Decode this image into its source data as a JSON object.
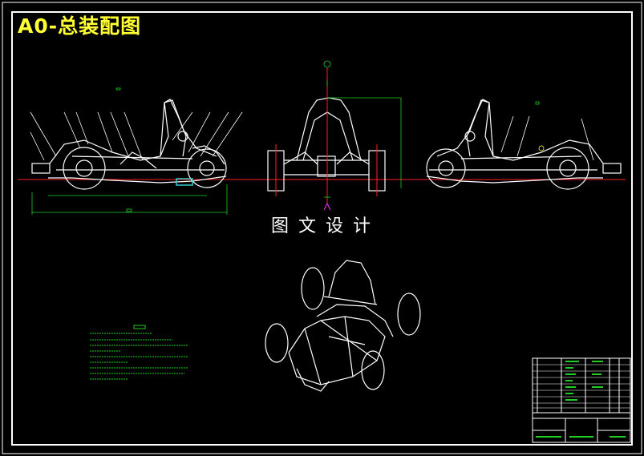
{
  "drawing": {
    "title": "A0-总装配图",
    "watermark": "图文设计"
  },
  "colors": {
    "background": "#000000",
    "frame": "#ffffff",
    "centerline": "#ff2020",
    "dimension": "#22cc22",
    "title": "#ffff33",
    "highlight": "#33cccc",
    "note": "#ff33ff"
  },
  "views": [
    {
      "name": "left-side-view",
      "kind": "side-elevation"
    },
    {
      "name": "front-view",
      "kind": "front-elevation"
    },
    {
      "name": "right-side-view",
      "kind": "side-elevation-mirrored"
    },
    {
      "name": "isometric-view",
      "kind": "isometric"
    }
  ]
}
